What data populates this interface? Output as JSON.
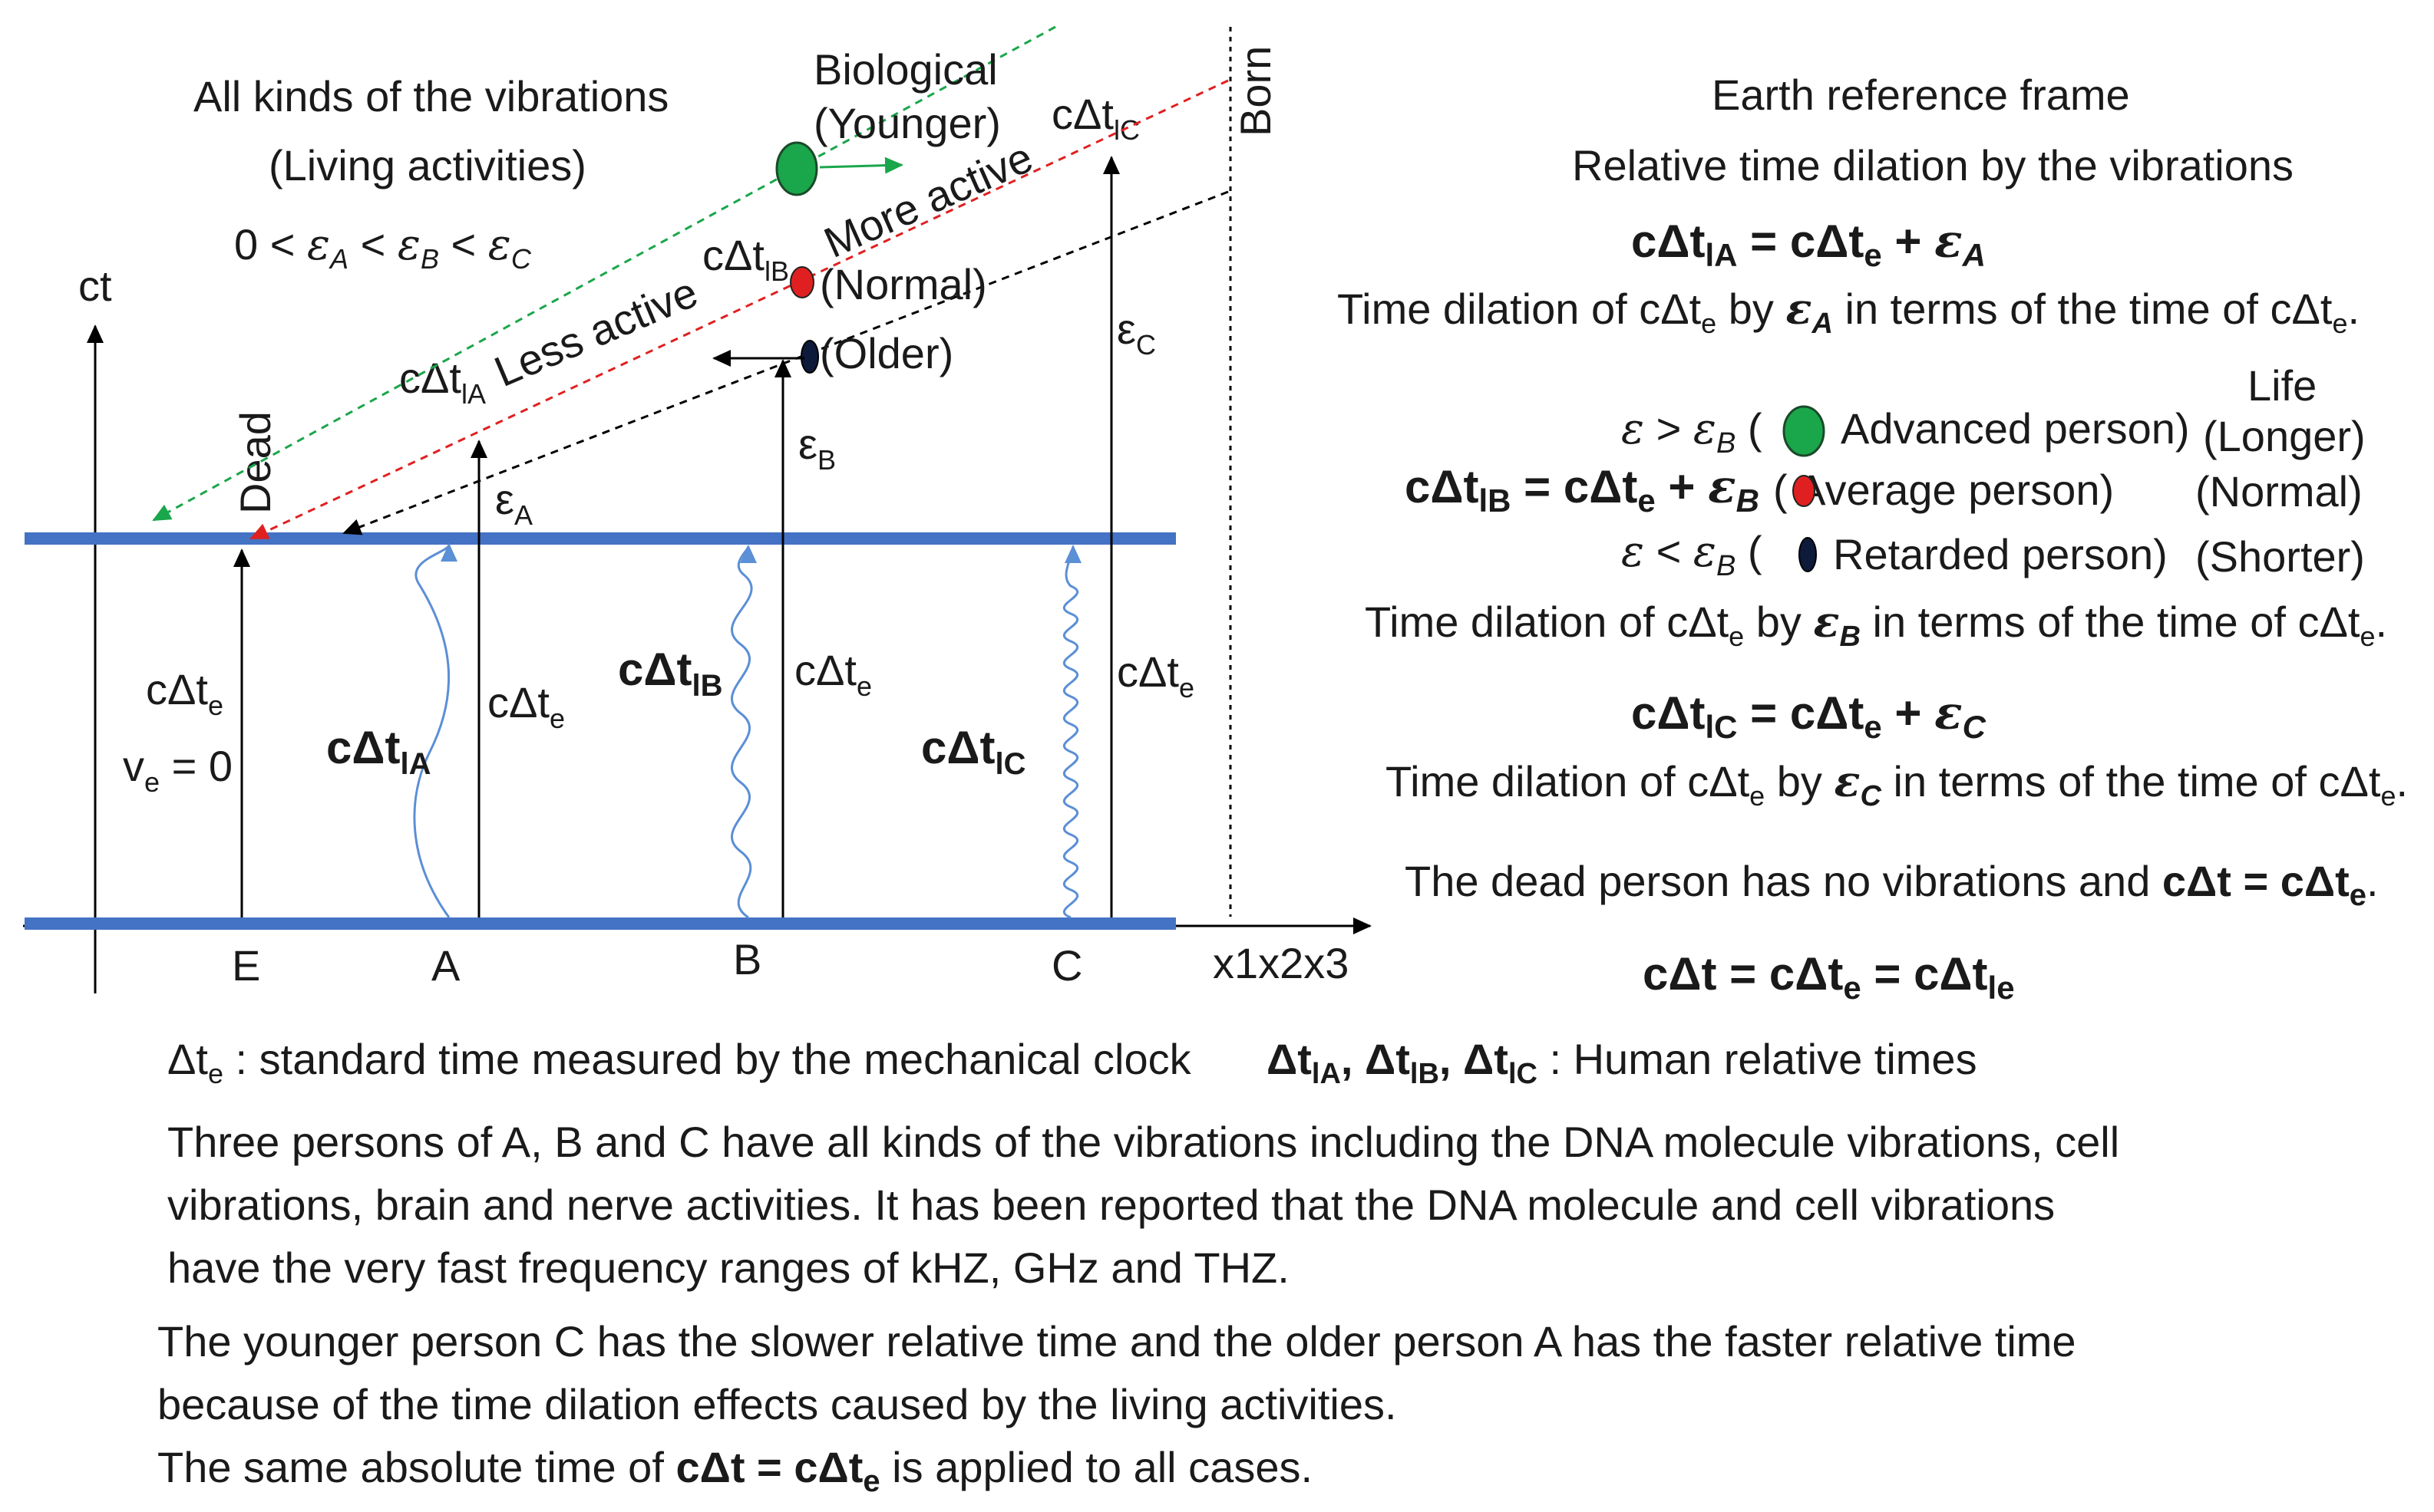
{
  "diagram": {
    "top_left": {
      "line1": "All kinds of the vibrations",
      "line2": "(Living activities)",
      "inequality": "0 < εA < εB < εC"
    },
    "axis": {
      "ct": "ct",
      "x": "x1x2x3",
      "dead": "Dead",
      "born": "Born"
    },
    "persons": {
      "E": "E",
      "A": "A",
      "B": "B",
      "C": "C"
    },
    "biological": {
      "title": "Biological",
      "younger": "(Younger)",
      "normal": "(Normal)",
      "older": "(Older)"
    },
    "activity": {
      "less": "Less active",
      "more": "More active"
    },
    "labels": {
      "ctlA": "cΔtlA",
      "ctlB": "cΔtlB",
      "ctlC": "cΔtlC",
      "ctlA_bold": "cΔtlA",
      "ctlB_bold": "cΔtlB",
      "ctlC_bold": "cΔtlC",
      "cte": "cΔte",
      "ve": "ve = 0",
      "epsA": "εA",
      "epsB": "εB",
      "epsC": "εC"
    },
    "right_panel": {
      "title1": "Earth reference frame",
      "title2": "Relative time dilation by the vibrations",
      "eqA": "cΔtlA = cΔte + εA",
      "dilA": "Time dilation  of cΔte by εA in terms of the time of cΔte.",
      "life": "Life",
      "row1_cond": "ε > εB (",
      "row1_text": "Advanced person)",
      "row1_life": "(Longer)",
      "eqB": "cΔtlB = cΔte + εB",
      "row2_text": "(   Average person)",
      "row2_life": "(Normal)",
      "row3_cond": "ε < εB (",
      "row3_text": "Retarded person)",
      "row3_life": "(Shorter)",
      "dilB": "Time dilation  of cΔte by εB in terms of the time of cΔte.",
      "eqC": "cΔtlC = cΔte + εC",
      "dilC": "Time dilation  of cΔte by εC in terms of the time of cΔte.",
      "dead_note": "The dead person has no vibrations and cΔt = cΔte.",
      "eq_final": "cΔt = cΔte = cΔtle"
    },
    "bottom": {
      "std": "Δte : standard time measured by the mechanical clock",
      "human": "ΔtlA, ΔtlB, ΔtlC : Human relative times",
      "p1_l1": "Three persons of A, B and C have all kinds of the vibrations including the DNA molecule vibrations, cell",
      "p1_l2": "vibrations, brain and nerve activities. It has been reported that the DNA molecule and cell vibrations",
      "p1_l3": "have the very fast frequency ranges of kHZ, GHz and THZ.",
      "p2_l1": "The younger person C has the slower relative time and the older person A has the faster relative time",
      "p2_l2": "because of the time dilation effects caused by the living activities.",
      "p2_l3": "The same absolute time of cΔt = cΔte is applied to all cases."
    },
    "colors": {
      "bar": "#4472c4",
      "wave": "#5b8fd6",
      "green": "#1aa64a",
      "red": "#e02020",
      "navy": "#0d1a3a"
    }
  }
}
